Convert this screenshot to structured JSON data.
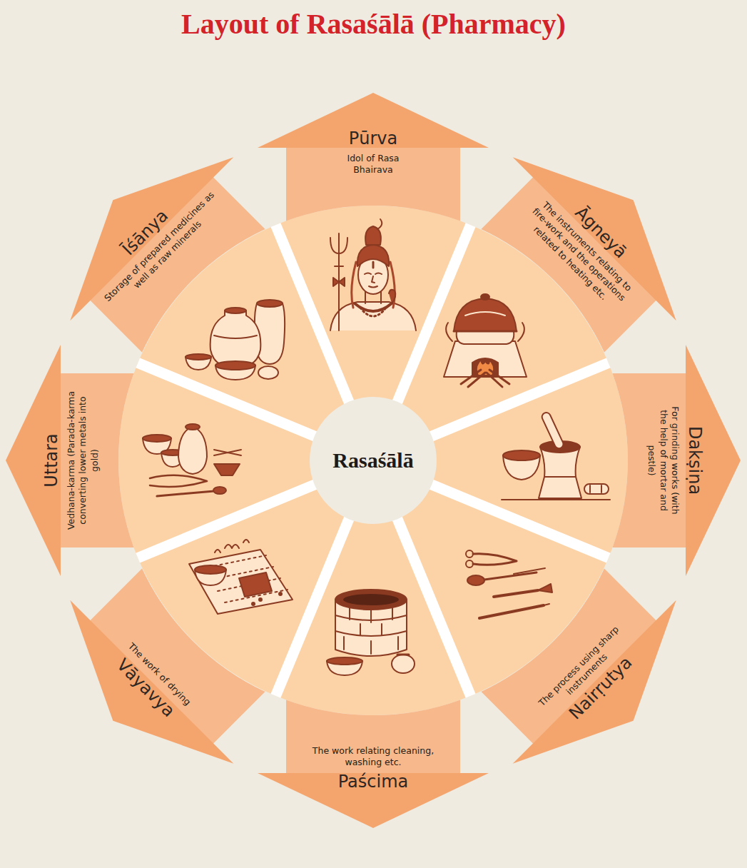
{
  "diagram": {
    "title": "Layout of Rasaśālā (Pharmacy)",
    "nodes": [
      {
        "text": [
          "Rasaśālā"
        ]
      },
      {
        "text": [
          "Pūrva",
          "Idol of Rasa Bhairava"
        ]
      },
      {
        "text": [
          "Āgneyā",
          "The instruments relating to fire-work and the operations related to heating etc."
        ]
      },
      {
        "text": [
          "Dakṣiṇa",
          "For grinding works (with the help of mortar and pestle)"
        ]
      },
      {
        "text": [
          "Nairṛutya",
          "The process using sharp instruments"
        ]
      },
      {
        "text": [
          "Paścima",
          "The work relating cleaning, washing etc."
        ]
      },
      {
        "text": [
          "Vāyavya",
          "The work of drying"
        ]
      },
      {
        "text": [
          "Uttara",
          "Vedhana-karma (Parada-karma converting lower metals into gold)"
        ]
      },
      {
        "text": [
          "Īśānya",
          "Storage of prepared medicines as well as raw minerals"
        ]
      }
    ]
  }
}
